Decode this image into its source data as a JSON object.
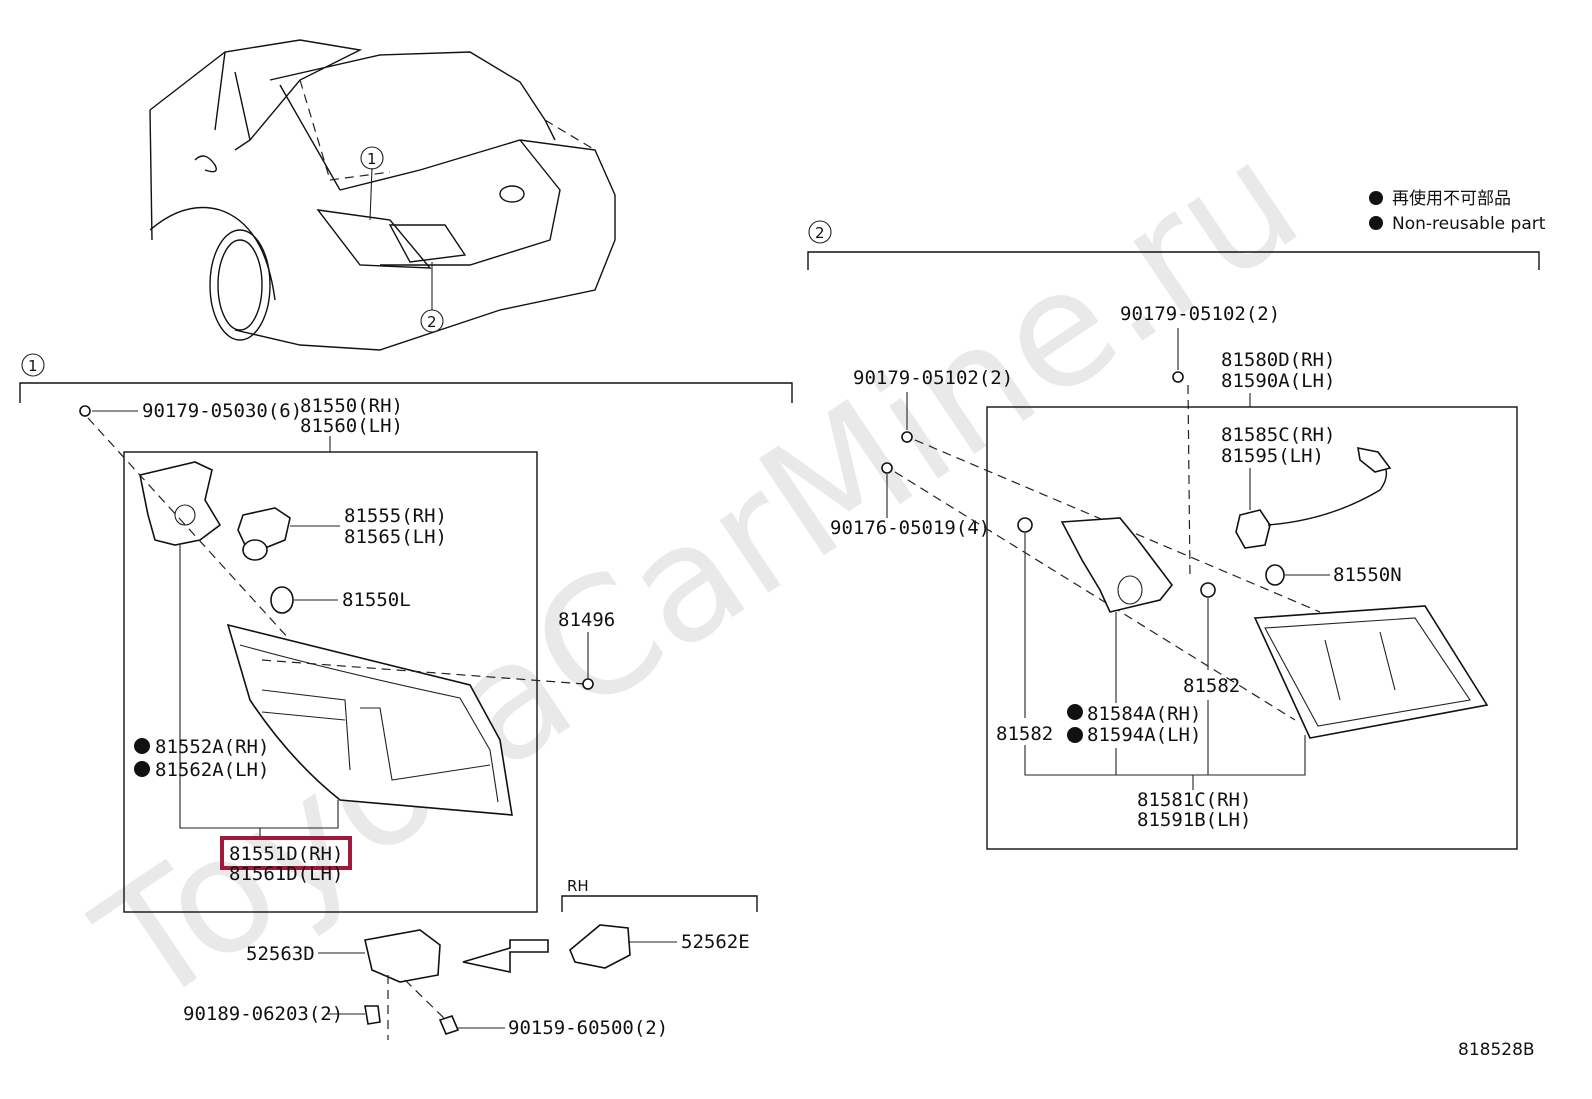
{
  "watermark": "ToyotaCarMine.ru",
  "legend": {
    "line1": "再使用不可部品",
    "line2": "Non-reusable part"
  },
  "figure_code": "818528B",
  "callouts": {
    "one": "1",
    "two": "2"
  },
  "section1": {
    "bolt_top": "90179-05030(6)",
    "lamp_rh": "81550(RH)",
    "lamp_lh": "81560(LH)",
    "socket_rh": "81555(RH)",
    "socket_lh": "81565(LH)",
    "bulb": "81550L",
    "clip": "81496",
    "gasket_rh": "81552A(RH)",
    "gasket_lh": "81562A(LH)",
    "lens_rh": "81551D(RH)",
    "lens_lh": "81561D(LH)",
    "rh_label": "RH",
    "bracket_left": "52563D",
    "bracket_right": "52562E",
    "screw_left": "90189-06203(2)",
    "screw_right": "90159-60500(2)"
  },
  "section2": {
    "nut_top": "90179-05102(2)",
    "nut_left": "90179-05102(2)",
    "screw": "90176-05019(4)",
    "lamp_rh": "81580D(RH)",
    "lamp_lh": "81590A(LH)",
    "socket_rh": "81585C(RH)",
    "socket_lh": "81595(LH)",
    "bulb": "81550N",
    "cushion_right": "81582",
    "cushion_left": "81582",
    "gasket_rh": "81584A(RH)",
    "gasket_lh": "81594A(LH)",
    "lens_rh": "81581C(RH)",
    "lens_lh": "81591B(LH)"
  },
  "highlight_color": "#a0183c"
}
